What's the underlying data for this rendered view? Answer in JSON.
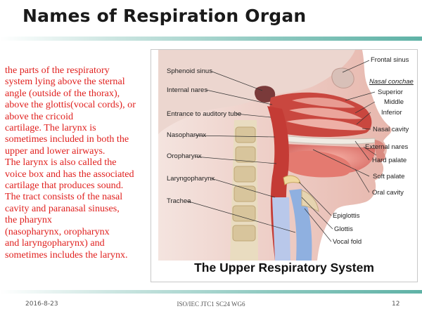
{
  "slide": {
    "title": "Names of Respiration Organ",
    "body_lines": [
      "the parts of the respiratory",
      "system lying above the sternal",
      "angle (outside of the thorax),",
      "above the glottis(vocal cords), or",
      "above the cricoid",
      "cartilage. The larynx is",
      "sometimes included in both the",
      "upper and lower airways.",
      "The larynx is also called the",
      "voice box and has the associated",
      "cartilage that produces sound.",
      "The tract consists of the nasal",
      "cavity and paranasal sinuses,",
      "the pharynx",
      "(nasopharynx, oropharynx",
      "and laryngopharynx) and",
      "sometimes includes the larynx."
    ],
    "body_color": "#e0201e"
  },
  "figure": {
    "caption": "The Upper Respiratory System",
    "labels_left": {
      "sphenoid_sinus": "Sphenoid sinus",
      "internal_nares": "Internal nares",
      "auditory_tube": "Entrance to auditory tube",
      "nasopharynx": "Nasopharynx",
      "oropharynx": "Oropharynx",
      "laryngopharynx": "Laryngopharynx",
      "trachea": "Trachea"
    },
    "labels_right": {
      "frontal_sinus": "Frontal sinus",
      "nasal_conchae": "Nasal conchae",
      "superior": "Superior",
      "middle": "Middle",
      "inferior": "Inferior",
      "nasal_cavity": "Nasal cavity",
      "external_nares": "External nares",
      "hard_palate": "Hard palate",
      "soft_palate": "Soft palate",
      "oral_cavity": "Oral cavity"
    },
    "labels_bottom": {
      "epiglottis": "Epiglottis",
      "glottis": "Glottis",
      "vocal_fold": "Vocal fold"
    }
  },
  "footer": {
    "date": "2016-8-23",
    "center": "ISO/IEC JTC1 SC24 WG6",
    "page": "12"
  }
}
